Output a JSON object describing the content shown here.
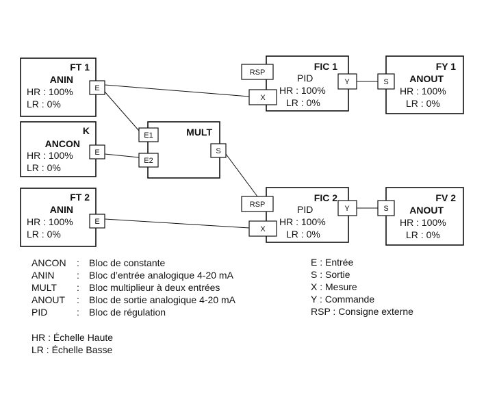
{
  "blocks": {
    "ft1": {
      "tag": "FT 1",
      "type": "ANIN",
      "hr": "HR : 100%",
      "lr": "LR : 0%",
      "ports": [
        "E"
      ]
    },
    "k": {
      "tag": "K",
      "type": "ANCON",
      "hr": "HR : 100%",
      "lr": "LR : 0%",
      "ports": [
        "E"
      ]
    },
    "ft2": {
      "tag": "FT 2",
      "type": "ANIN",
      "hr": "HR : 100%",
      "lr": "LR : 0%",
      "ports": [
        "E"
      ]
    },
    "mult": {
      "tag": "MULT",
      "ports": [
        "E1",
        "E2",
        "S"
      ]
    },
    "fic1": {
      "tag": "FIC 1",
      "type": "PID",
      "hr": "HR : 100%",
      "lr": "LR : 0%",
      "ports": [
        "RSP",
        "X",
        "Y"
      ]
    },
    "fic2": {
      "tag": "FIC 2",
      "type": "PID",
      "hr": "HR : 100%",
      "lr": "LR : 0%",
      "ports": [
        "RSP",
        "X",
        "Y"
      ]
    },
    "fy1": {
      "tag": "FY 1",
      "type": "ANOUT",
      "hr": "HR : 100%",
      "lr": "LR : 0%",
      "ports": [
        "S"
      ]
    },
    "fv2": {
      "tag": "FV 2",
      "type": "ANOUT",
      "hr": "HR : 100%",
      "lr": "LR : 0%",
      "ports": [
        "S"
      ]
    }
  },
  "legend": {
    "blocks": [
      {
        "abbr": "ANCON",
        "sep": ":",
        "desc": "Bloc de constante"
      },
      {
        "abbr": "ANIN",
        "sep": ":",
        "desc": "Bloc d’entrée analogique 4-20 mA"
      },
      {
        "abbr": "MULT",
        "sep": ":",
        "desc": "Bloc multiplieur à deux entrées"
      },
      {
        "abbr": "ANOUT",
        "sep": ":",
        "desc": "Bloc de sortie analogique 4-20 mA"
      },
      {
        "abbr": "PID",
        "sep": ":",
        "desc": "Bloc de régulation"
      }
    ],
    "ports": [
      "E : Entrée",
      "S : Sortie",
      "X : Mesure",
      "Y : Commande",
      "RSP : Consigne externe"
    ],
    "scales": [
      "HR : Échelle Haute",
      "LR : Échelle Basse"
    ]
  }
}
